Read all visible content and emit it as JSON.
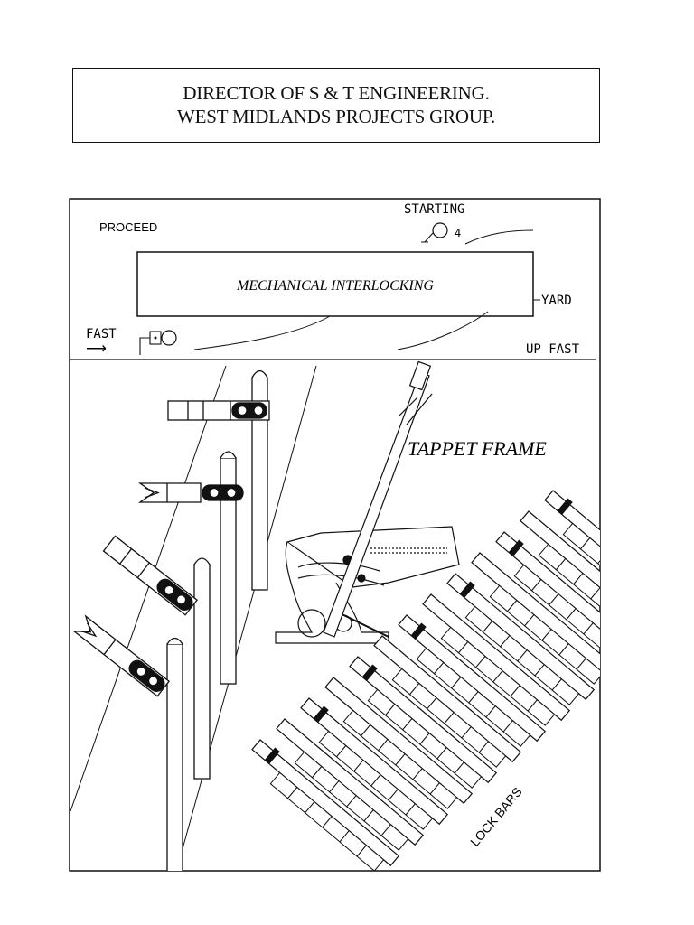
{
  "header": {
    "line1": "DIRECTOR OF S & T ENGINEERING.",
    "line2": "WEST MIDLANDS PROJECTS GROUP."
  },
  "diagram": {
    "title": "MECHANICAL   INTERLOCKING",
    "proceed": "PROCEED",
    "starting": "STARTING",
    "starting_number": "4",
    "yard": "YARD",
    "fast": "FAST",
    "fast_arrow": "⟶",
    "up_fast": "UP FAST",
    "tappet_frame": "TAPPET FRAME",
    "lock_bars": "LOCK BARS"
  }
}
